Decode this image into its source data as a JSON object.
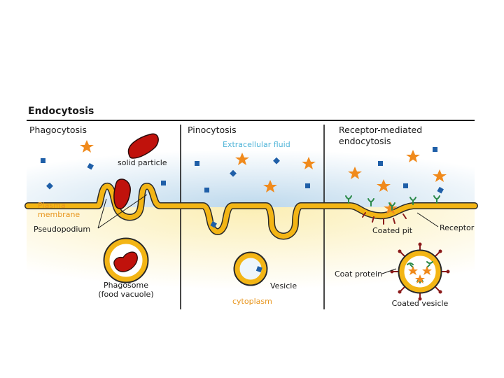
{
  "title": "Endocytosis",
  "panels": {
    "phagocytosis": {
      "heading": "Phagocytosis",
      "solid_particle": "solid particle",
      "plasma_membrane_line1": "Plasma",
      "plasma_membrane_line2": "membrane",
      "pseudopodium": "Pseudopodium",
      "phagosome_line1": "Phagosome",
      "phagosome_line2": "(food vacuole)"
    },
    "pinocytosis": {
      "heading": "Pinocytosis",
      "extracellular_fluid": "Extracellular fluid",
      "vesicle": "Vesicle",
      "cytoplasm": "cytoplasm"
    },
    "receptor_mediated": {
      "heading_line1": "Receptor-mediated",
      "heading_line2": "endocytosis",
      "coated_pit": "Coated pit",
      "receptor": "Receptor",
      "coat_protein": "Coat protein",
      "coated_vesicle": "Coated vesicle"
    }
  },
  "colors": {
    "membrane": "#f3b515",
    "membrane_outline": "#2a2a2a",
    "particle": "#c0120c",
    "molecule_square": "#1f5fa8",
    "molecule_star": "#f08a1c",
    "receptor": "#2c8a4a",
    "coat_protein": "#8b1a1a",
    "extracellular_bg": "#cfe3f1",
    "cytoplasm_bg": "#fbf1c4",
    "label_orange": "#e8961e",
    "label_cyan": "#4fb4d8"
  }
}
